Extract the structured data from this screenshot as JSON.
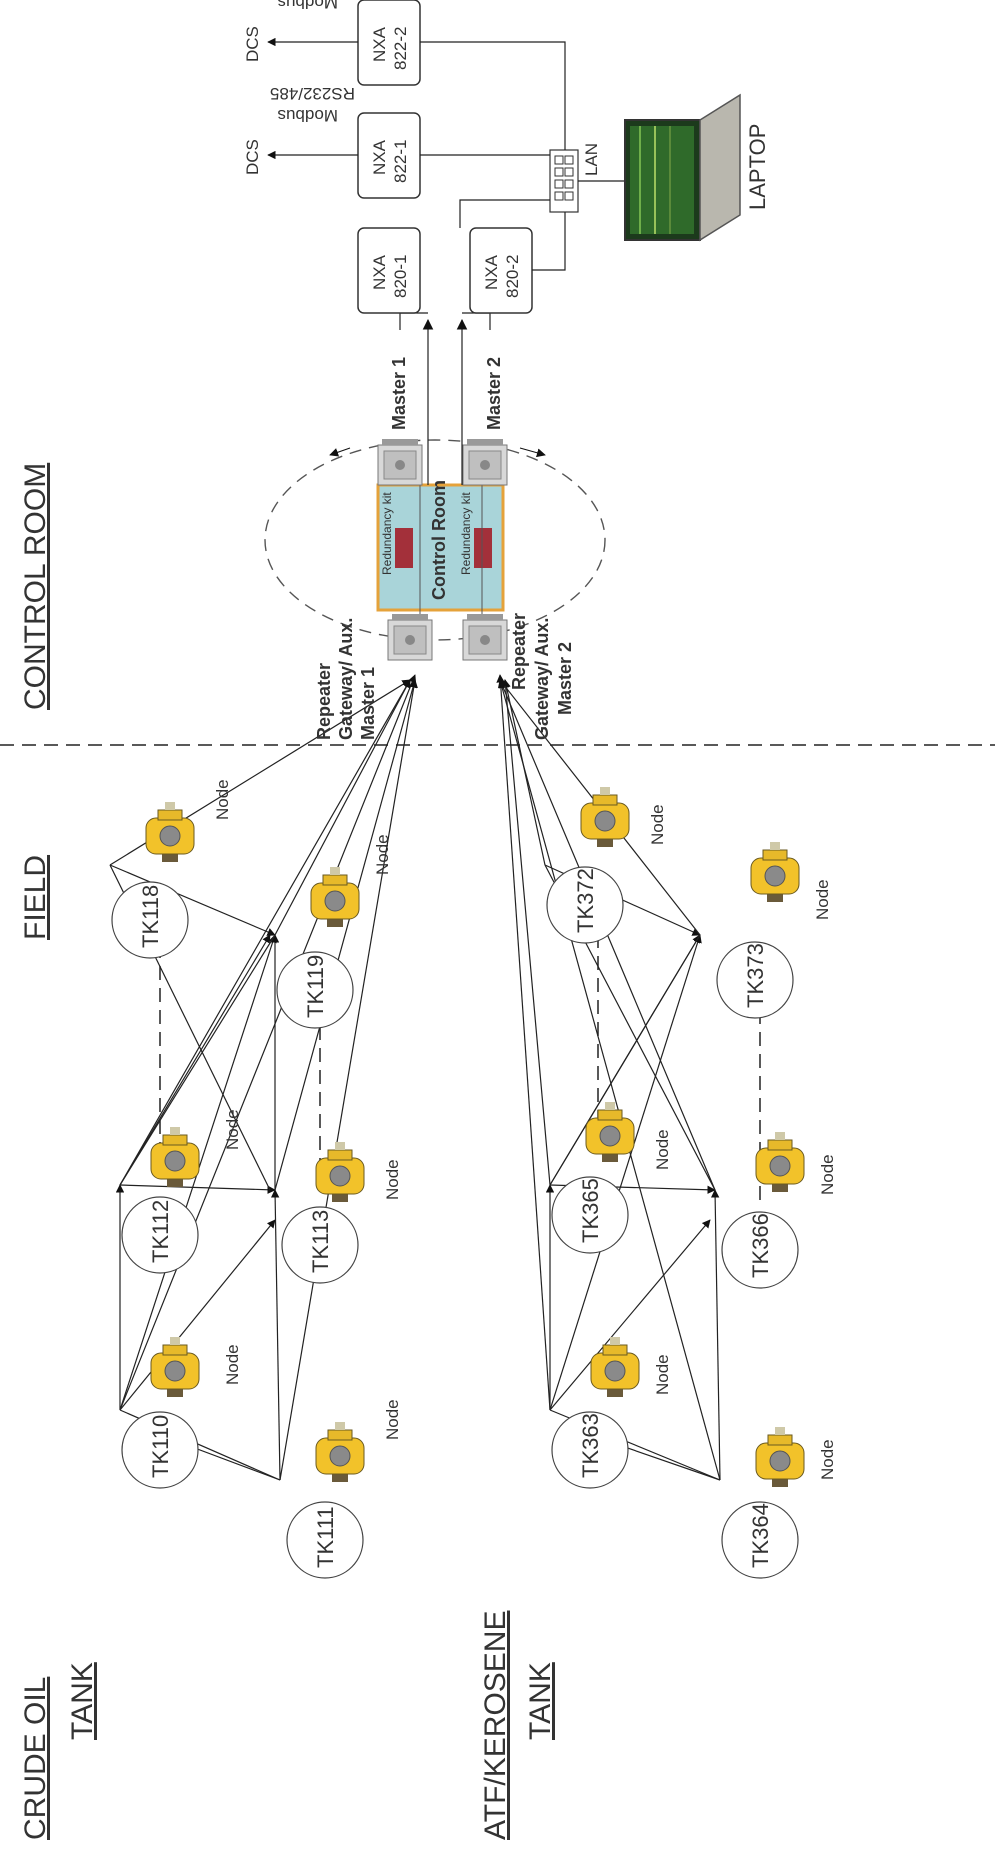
{
  "sections": {
    "control_room": "CONTROL ROOM",
    "field": "FIELD",
    "crude_oil_1": "CRUDE OIL",
    "crude_oil_2": "TANK",
    "atf_1": "ATF/KEROSENE",
    "atf_2": "TANK"
  },
  "node_label": "Node",
  "tanks": [
    "TK110",
    "TK111",
    "TK112",
    "TK113",
    "TK118",
    "TK119",
    "TK363",
    "TK364",
    "TK365",
    "TK366",
    "TK372",
    "TK373"
  ],
  "control_room": {
    "label": "Control Room",
    "redundancy_kit": "Redundancy kit",
    "master_1": "Master 1",
    "master_2": "Master 2",
    "repeater_1_line1": "Repeater",
    "repeater_1_line2": "Gateway/ Aux.",
    "repeater_1_line3": "Master 1",
    "repeater_2_line1": "Repeater",
    "repeater_2_line2": "Gateway/ Aux.",
    "repeater_2_line3": "Master 2"
  },
  "devices": {
    "nxa820_1_a": "NXA",
    "nxa820_1_b": "820-1",
    "nxa820_2_a": "NXA",
    "nxa820_2_b": "820-2",
    "nxa822_1_a": "NXA",
    "nxa822_1_b": "822-1",
    "nxa822_2_a": "NXA",
    "nxa822_2_b": "822-2",
    "lan": "LAN",
    "laptop": "LAPTOP",
    "dcs": "DCS",
    "modbus": "Modbus",
    "rs": "RS232/485"
  },
  "colors": {
    "node_yellow": "#f2c22a",
    "control_room_fill": "#a9d4d9",
    "control_room_border": "#e5a23a",
    "redundancy_kit": "#a3303a"
  }
}
